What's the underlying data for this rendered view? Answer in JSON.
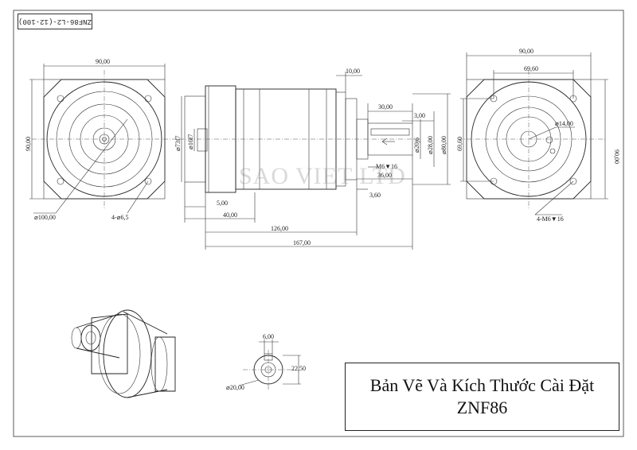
{
  "model_label": "ZNF86-L2-(12-100)",
  "watermark": "SAO VIET LTD",
  "title": {
    "line1": "Bản Vẽ Và Kích Thước Cài Đặt",
    "line2": "ZNF86"
  },
  "front_view": {
    "width": "90,00",
    "height": "90,00",
    "bolt_circle": "⌀100,00",
    "holes": "4-⌀6,5"
  },
  "side_view": {
    "flange_dia": "⌀73f7",
    "pilot_dia": "⌀16f7",
    "dim_5": "5,00",
    "dim_40": "40,00",
    "dim_126": "126,00",
    "dim_167": "167,00",
    "dim_10": "10,00",
    "dim_30": "30,00",
    "dim_3": "3,00",
    "dim_36": "36,00",
    "dim_3_6": "3,60",
    "shaft_dia": "⌀20j6",
    "shaft_step": "⌀28,00",
    "body_dia": "⌀80,00",
    "thread": "M6▼16"
  },
  "rear_view": {
    "width": "90,00",
    "inner_width": "69,60",
    "height": "90,00",
    "inner_height": "69,60",
    "shaft": "⌀14,00",
    "holes": "4-M6▼16"
  },
  "key_view": {
    "key_width": "6,00",
    "key_height": "22,50",
    "dia": "⌀20,00"
  }
}
